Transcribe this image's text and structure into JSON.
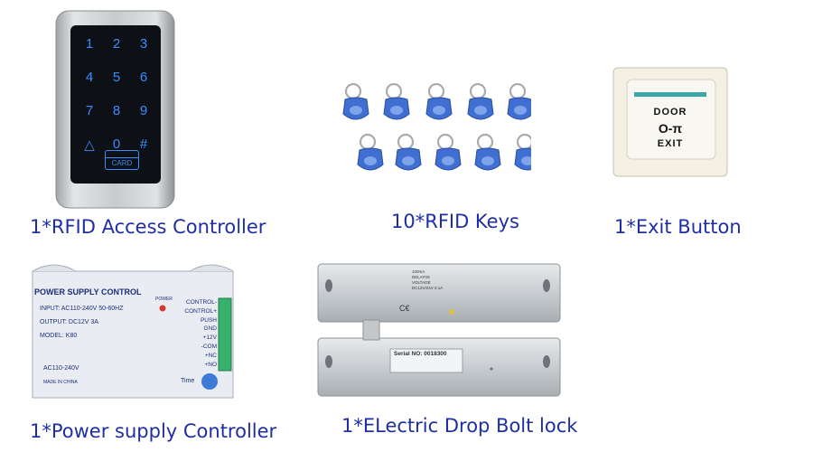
{
  "products": [
    {
      "caption": "1*RFID Access Controller",
      "icon": "rfid-access-controller"
    },
    {
      "caption": "10*RFID Keys",
      "icon": "rfid-key-fob"
    },
    {
      "caption": "1*Exit Button",
      "icon": "exit-button"
    },
    {
      "caption": "1*Power supply Controller",
      "icon": "power-supply"
    },
    {
      "caption": "1*ELectric Drop Bolt lock",
      "icon": "drop-bolt-lock"
    }
  ],
  "keypad": {
    "keys": [
      "1",
      "2",
      "3",
      "4",
      "5",
      "6",
      "7",
      "8",
      "9",
      "△",
      "0",
      "#"
    ],
    "card_label": "CARD"
  },
  "key_fob_count": 10,
  "exit_button": {
    "top_text": "DOOR",
    "key_glyph": "O-π",
    "bottom_text": "EXIT"
  },
  "power_supply": {
    "title": "POWER SUPPLY CONTROL",
    "specs": [
      "INPUT: AC110-240V  50-60HZ",
      "OUTPUT: DC12V  3A",
      "MODEL: K80"
    ],
    "power_led_label": "POWER",
    "terminals": [
      "CONTROL-",
      "CONTROL+",
      "PUSH",
      "GND",
      "+12V",
      "-COM",
      "+NC",
      "+NO"
    ],
    "bottom_label": "AC110-240V",
    "made_in": "MADE IN CHINA",
    "time_label": "Time"
  },
  "lock": {
    "sticker_top": [
      "100mA",
      "DELAY0S",
      "VOLTAGE",
      "DC12V/24V 0.1A"
    ],
    "serial_label": "Serial NO: 0018300"
  },
  "colors": {
    "caption": "#1f2fa3",
    "keypad_glow": "#3a8cff",
    "fob_blue": "#3f6fd0"
  }
}
